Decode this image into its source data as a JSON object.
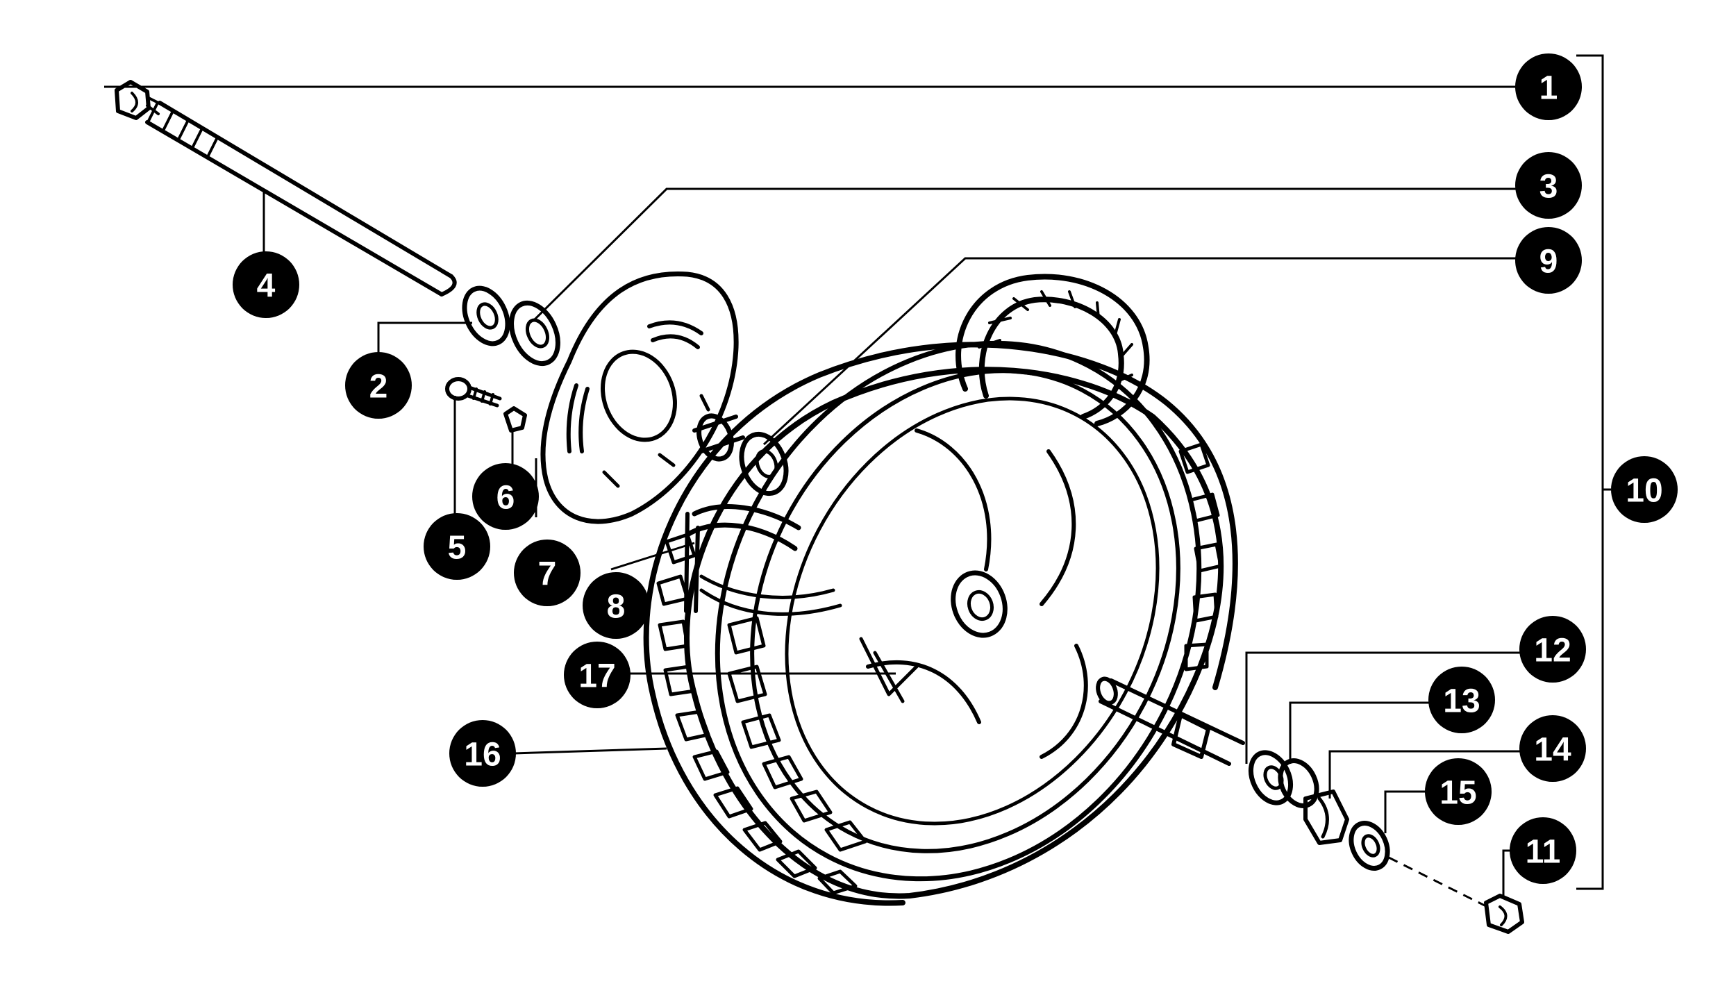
{
  "diagram": {
    "callouts": [
      "1",
      "2",
      "3",
      "4",
      "5",
      "6",
      "7",
      "8",
      "9",
      "10",
      "11",
      "12",
      "13",
      "14",
      "15",
      "16",
      "17"
    ]
  }
}
